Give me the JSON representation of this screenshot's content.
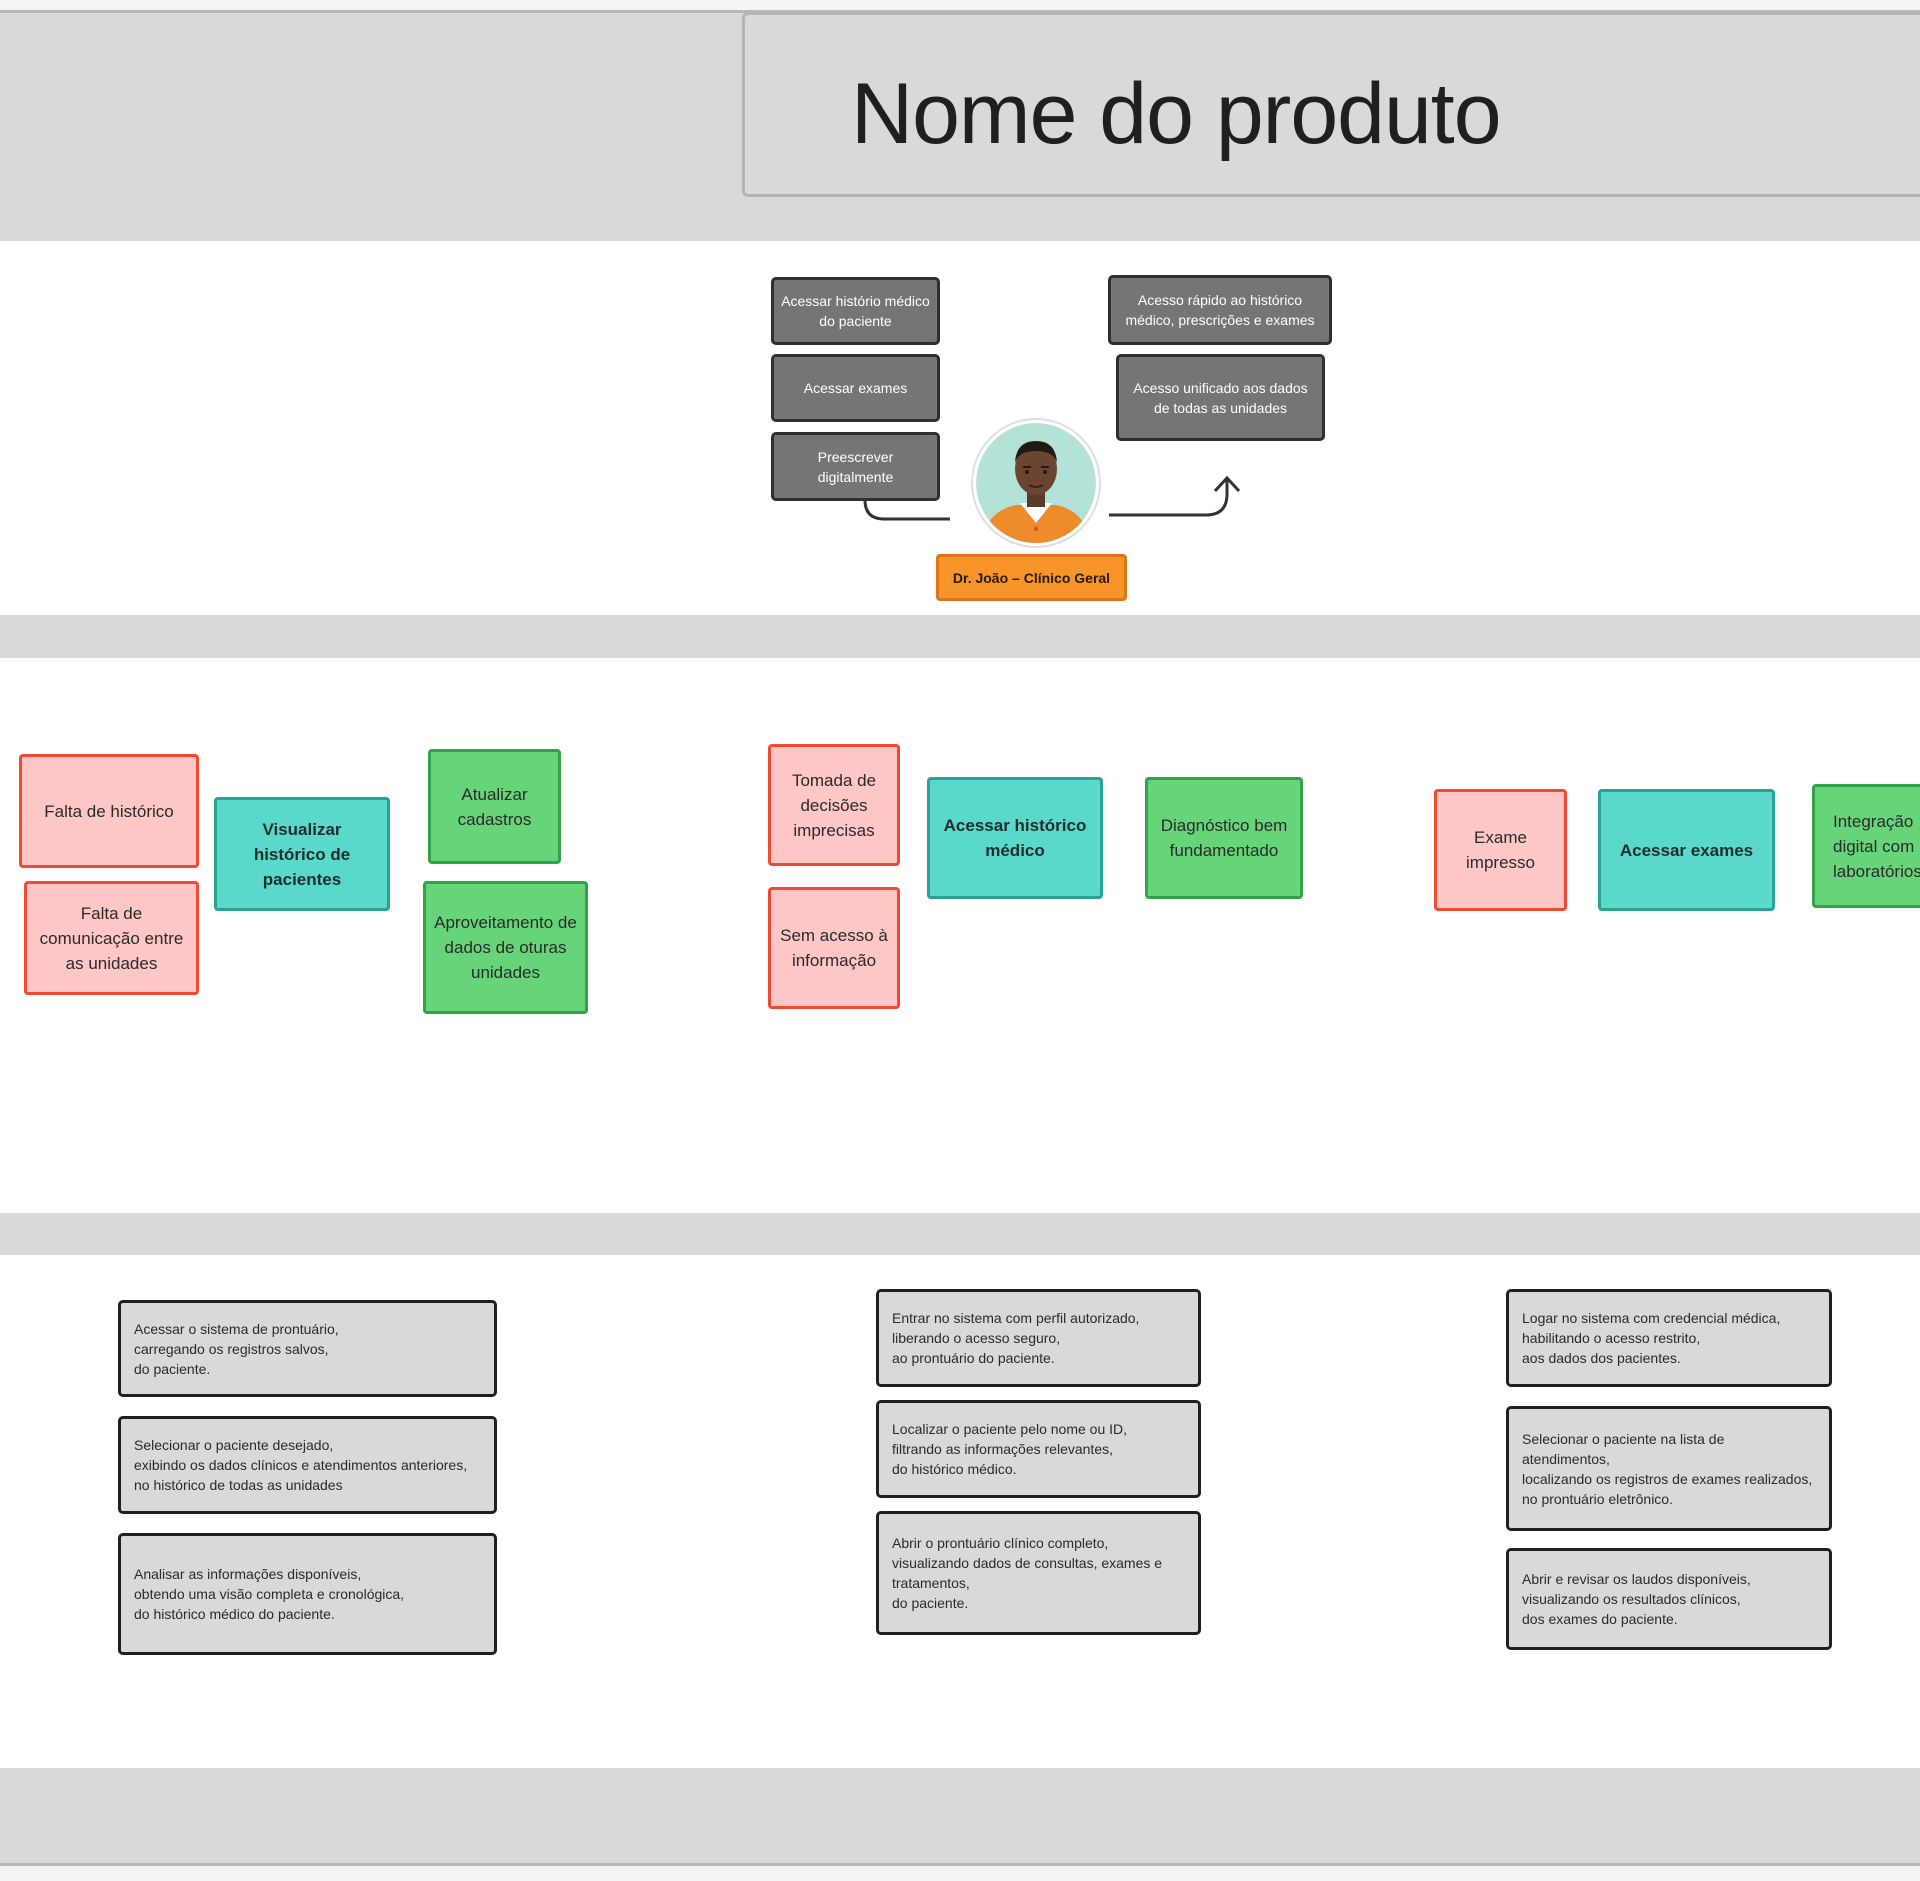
{
  "header": {
    "title": "Nome do produto"
  },
  "persona": {
    "name": "Dr. João – Clínico Geral",
    "tasks": [
      "Acessar histório médico do paciente",
      "Acessar exames",
      "Preescrever digitalmente"
    ],
    "goals": [
      "Acesso rápido ao histórico médico, prescrições e exames",
      "Acesso unificado aos dados de todas as unidades"
    ]
  },
  "journey": {
    "groups": [
      {
        "problems": [
          "Falta de histórico",
          "Falta de comunicação entre as unidades"
        ],
        "feature": "Visualizar histórico de pacientes",
        "benefits": [
          "Atualizar cadastros",
          "Aproveitamento de dados de oturas unidades"
        ]
      },
      {
        "problems": [
          "Tomada de decisões imprecisas",
          "Sem acesso à informação"
        ],
        "feature": "Acessar histórico médico",
        "benefits": [
          "Diagnóstico bem fundamentado"
        ]
      },
      {
        "problems": [
          "Exame impresso"
        ],
        "feature": "Acessar exames",
        "benefits": [
          "Integração digital com laboratórios"
        ]
      }
    ]
  },
  "steps": [
    [
      "Acessar o sistema de prontuário,\ncarregando os registros salvos,\ndo paciente.",
      "Selecionar o paciente desejado,\nexibindo os dados clínicos e atendimentos anteriores,\nno histórico de todas as unidades",
      "Analisar as informações disponíveis,\nobtendo uma visão completa e cronológica,\ndo histórico médico do paciente."
    ],
    [
      "Entrar no sistema com perfil autorizado,\nliberando o acesso seguro,\nao prontuário do paciente.",
      "Localizar o paciente pelo nome ou ID,\nfiltrando as informações relevantes,\ndo histórico médico.",
      "Abrir o prontuário clínico completo,\nvisualizando dados de consultas, exames e\ntratamentos,\ndo paciente."
    ],
    [
      "Logar no sistema com credencial médica,\nhabilitando o acesso restrito,\naos dados dos pacientes.",
      "Selecionar o paciente na lista de\natendimentos,\nlocalizando os registros de exames realizados,\nno prontuário eletrônico.",
      "Abrir e revisar os laudos disponíveis,\nvisualizando os resultados clínicos,\ndos exames do paciente."
    ]
  ]
}
